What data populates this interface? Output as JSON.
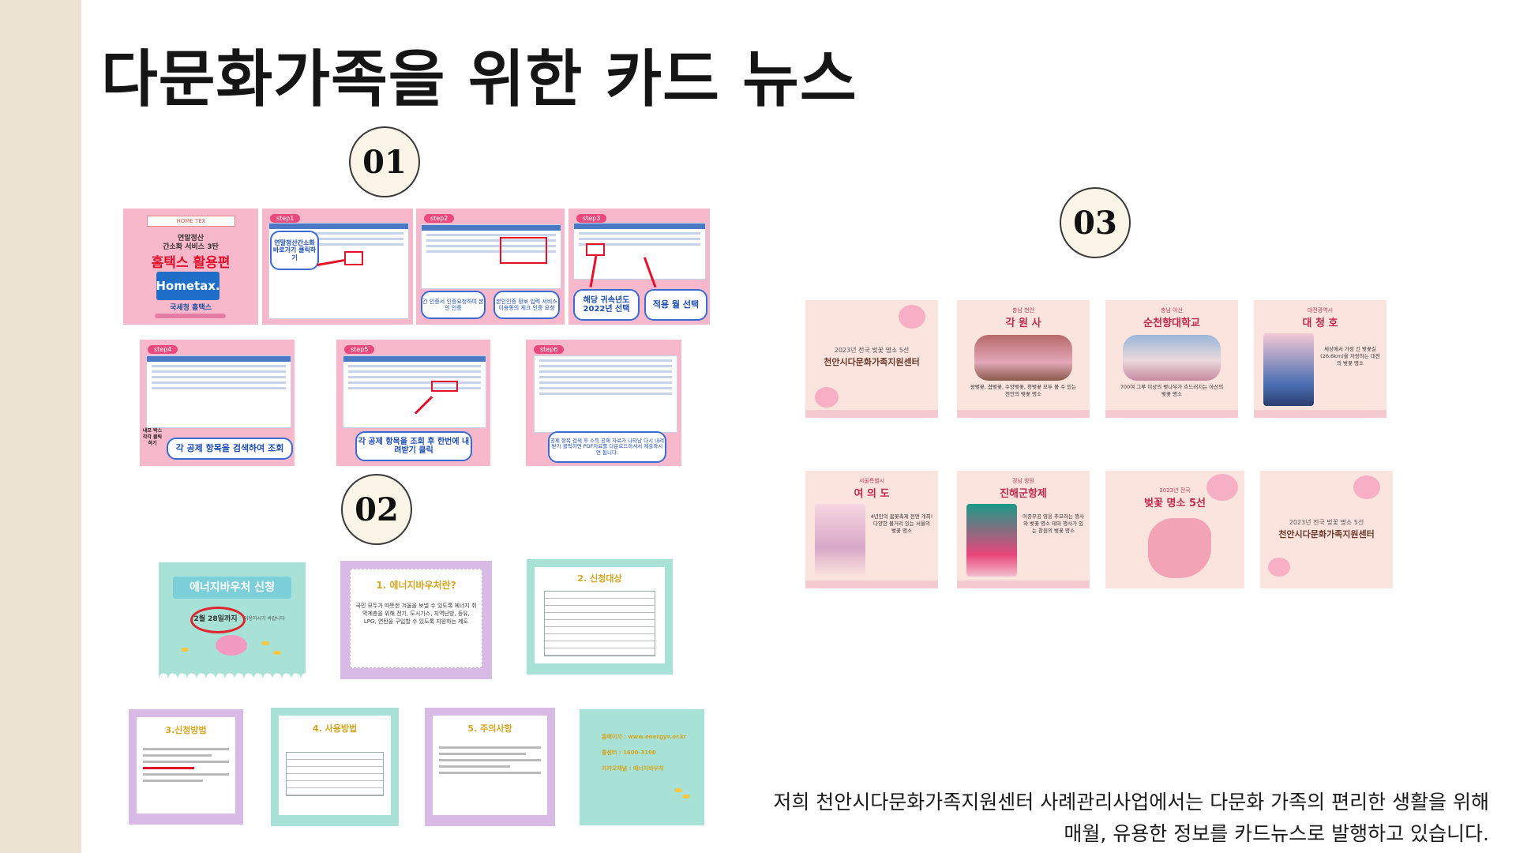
{
  "title": "다문화가족을 위한 카드 뉴스",
  "section_numbers": [
    "01",
    "02",
    "03"
  ],
  "description": {
    "line1": "저희 천안시다문화가족지원센터 사례관리사업에서는 다문화 가족의 편리한 생활을 위해",
    "line2": "매월, 유용한 정보를 카드뉴스로 발행하고 있습니다."
  },
  "hometax_cards": {
    "cover": {
      "label": "HOME TEX",
      "subtitle1": "연말정산",
      "subtitle2": "간소화 서비스 3탄",
      "title": "홈택스 활용편",
      "logo_text": "Hometax.",
      "logo_caption": "국세청 홈택스"
    },
    "step_tags": [
      "step1",
      "step2",
      "step3",
      "step4",
      "step5",
      "step6"
    ],
    "bubbles": {
      "s1_top": "연말정산간소화 바로가기 클릭하기",
      "s2_left": "간 인증서 인증요청하여 본인 인증",
      "s2_right": "본인인증 정보 입력 서비스 이용동의 체크 인증 요청",
      "s3_left": "해당 귀속년도 2022년 선택",
      "s3_right": "적용 월 선택",
      "s4_side": "내모 박스 각각 클릭하기",
      "s4": "각 공제 항목을 검색하여 조회",
      "s5": "각 공제 항목을 조회 후 한번에 내려받기 클릭",
      "s6": "공제 항목 검색 후 소득 공제 자료가 나타남 다시 내려 받기 클릭하면 PDF자료를 다운로드하셔서 제출하시면 됩니다."
    }
  },
  "energy_cards": {
    "c1_title": "에너지바우처 신청",
    "c1_date": "2월 28일까지",
    "c1_note": "이용하시기 바랍니다",
    "c2_title": "1. 에너지바우처란?",
    "c2_body": "국민 모두가 따뜻한 겨울을 보낼 수 있도록 에너지 취약계층을 위해 전기, 도시가스, 지역난방, 등유, LPG, 연탄을 구입할 수 있도록 지원하는 제도",
    "c3_title": "2. 신청대상",
    "c4_title": "3.신청방법",
    "c5_title": "4. 사용방법",
    "c6_title": "5. 주의사항",
    "c7_url": "홈페이지 : www.energyv.or.kr",
    "c7_phone": "콜센터 : 1600-3190",
    "c7_note": "카카오채널 : 에너지바우처"
  },
  "blossom_cards": {
    "c1_year": "2023년 전국 벚꽃 명소 5선",
    "c1_title": "천안시다문화가족지원센터",
    "c2_region": "충남 천안",
    "c2_title": "각 원 사",
    "c2_body": "왕벚꽃, 겹벚꽃, 수양벚꽃, 청벚꽃 모두 볼 수 있는 천안의 벚꽃 명소",
    "c3_region": "충남 아산",
    "c3_title": "순천향대학교",
    "c3_body": "700여 그루 이상의 벚나무가 흐드러지는 아산의 벚꽃 명소",
    "c4_region": "대전광역시",
    "c4_title": "대 청 호",
    "c4_body": "세상에서 가장 긴 벚꽃길(26.6km)을 자랑하는 대전의 벚꽃 명소",
    "c5_region": "서울특별시",
    "c5_title": "여 의 도",
    "c5_body": "4년만의 봄꽃축제 전면 개최! 다양한 볼거리 있는 서울의 벚꽃 명소",
    "c6_region": "경남 창원",
    "c6_title": "진해군항제",
    "c6_body": "어종무공 영웅 추모하는 행사와 벚꽃 명소 테마 행사가 있는 창원의 벚꽃 명소",
    "c7_year": "2023년 전국",
    "c7_title": "벚꽃 명소 5선",
    "c8_year": "2023년 전국 벚꽃 명소 5선",
    "c8_title": "천안시다문화가족지원센터"
  },
  "colors": {
    "pink_card": "#f7b8cb",
    "mint_card": "#a8e2d6",
    "lavender_card": "#d9b9e6",
    "peach_card": "#fbe3de",
    "accent_blue": "#3b6bd1",
    "accent_red": "#e5102a"
  }
}
